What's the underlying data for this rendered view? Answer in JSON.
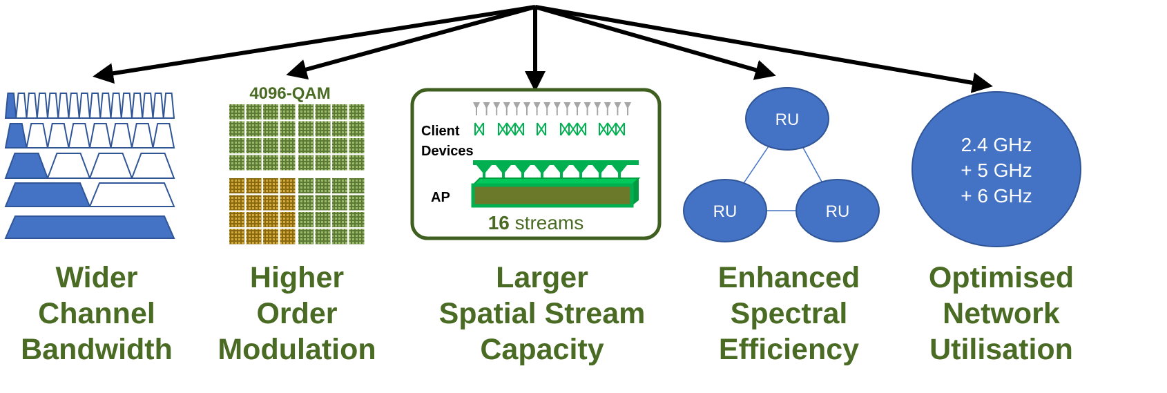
{
  "columns": [
    {
      "id": "bandwidth",
      "caption": [
        "Wider",
        "Channel",
        "Bandwidth"
      ]
    },
    {
      "id": "modulation",
      "caption": [
        "Higher",
        "Order",
        "Modulation"
      ],
      "label": "4096-QAM"
    },
    {
      "id": "streams",
      "caption": [
        "Larger",
        "Spatial Stream",
        "Capacity"
      ],
      "client_label_1": "Client",
      "client_label_2": "Devices",
      "ap_label": "AP",
      "streams_count": "16",
      "streams_word": "streams"
    },
    {
      "id": "spectral",
      "caption": [
        "Enhanced",
        "Spectral",
        "Efficiency"
      ],
      "nodes": [
        "RU",
        "RU",
        "RU"
      ]
    },
    {
      "id": "network",
      "caption": [
        "Optimised",
        "Network",
        "Utilisation"
      ],
      "bands": [
        "2.4 GHz",
        "+ 5 GHz",
        "+ 6 GHz"
      ]
    }
  ],
  "colors": {
    "caption": "#4a6b23",
    "blue": "#4472c4",
    "blue_dark": "#2f5597",
    "green": "#00b050",
    "frame_green": "#3e5f1f",
    "antenna_gray": "#a6a6a6"
  }
}
